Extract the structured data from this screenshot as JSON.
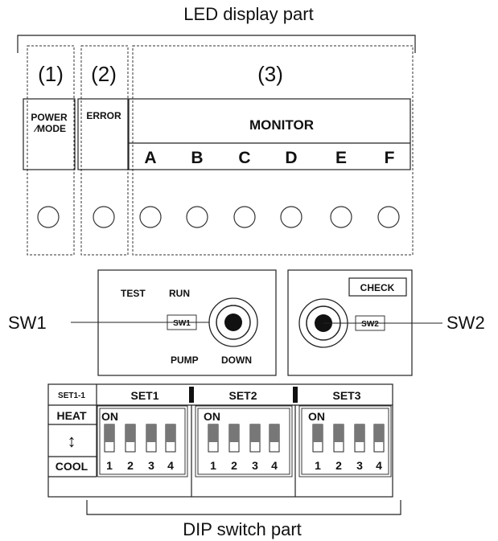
{
  "titles": {
    "led_part": "LED display part",
    "dip_part": "DIP switch part"
  },
  "led_groups": {
    "g1": {
      "number": "(1)",
      "label_line1": "POWER",
      "label_line2": "∕MODE"
    },
    "g2": {
      "number": "(2)",
      "label": "ERROR"
    },
    "g3": {
      "number": "(3)",
      "label": "MONITOR",
      "letters": [
        "A",
        "B",
        "C",
        "D",
        "E",
        "F"
      ]
    }
  },
  "switches": {
    "sw1": {
      "external_label": "SW1",
      "box_label": "SW1",
      "top_label_1": "TEST",
      "top_label_2": "RUN",
      "bottom_label_1": "PUMP",
      "bottom_label_2": "DOWN"
    },
    "sw2": {
      "external_label": "SW2",
      "box_label": "SW2",
      "header": "CHECK"
    }
  },
  "dip": {
    "mode_header": "SET1-1",
    "heat": "HEAT",
    "arrow": "↕",
    "cool": "COOL",
    "on_label": "ON",
    "banks": [
      {
        "name": "SET1",
        "numbers": [
          "1",
          "2",
          "3",
          "4"
        ]
      },
      {
        "name": "SET2",
        "numbers": [
          "1",
          "2",
          "3",
          "4"
        ]
      },
      {
        "name": "SET3",
        "numbers": [
          "1",
          "2",
          "3",
          "4"
        ]
      }
    ]
  }
}
